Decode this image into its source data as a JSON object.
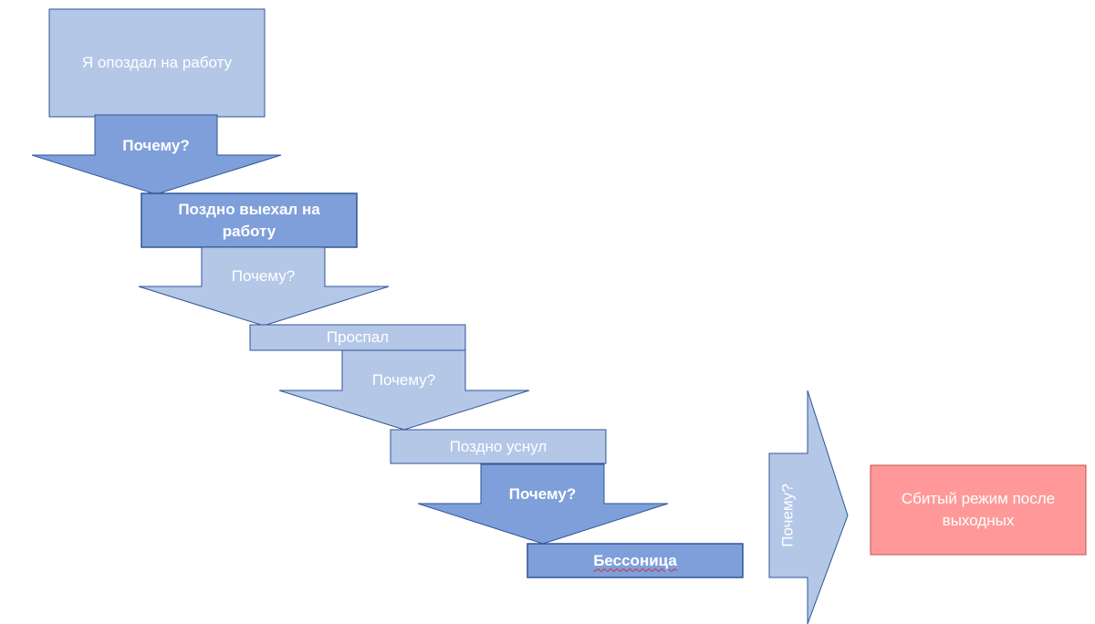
{
  "steps": [
    {
      "label": "Я опоздал на работу"
    },
    {
      "label": "Поздно выехал на работу"
    },
    {
      "label": "Проспал"
    },
    {
      "label": "Поздно уснул"
    },
    {
      "label": "Бессоница"
    }
  ],
  "question": "Почему?",
  "root_cause": {
    "label": "Сбитый режим после выходных"
  },
  "colors": {
    "box_light": "#b4c7e7",
    "box_dark": "#7f9fda",
    "arrow_light": "#b4c7e7",
    "arrow_dark": "#7f9fda",
    "outline": "#2f5597",
    "root_fill": "#ff9999",
    "root_outline": "#c0504d"
  }
}
